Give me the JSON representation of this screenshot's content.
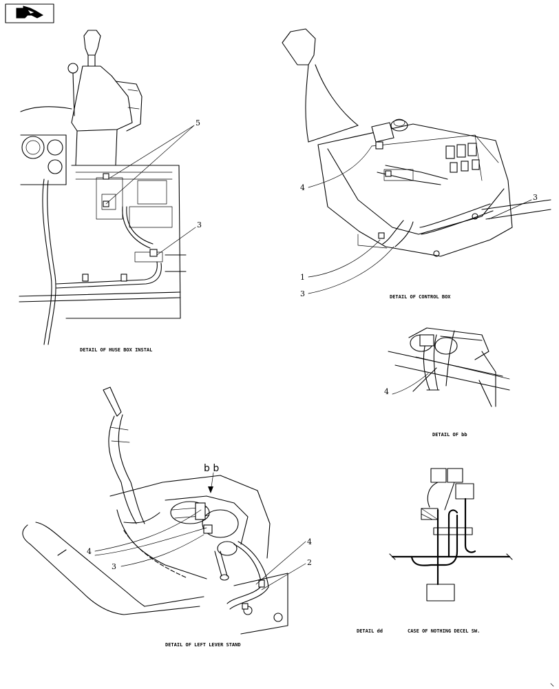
{
  "captions": {
    "fuse_box": "DETAIL OF HUSE BOX INSTAL",
    "control_box": "DETAIL OF CONTROL BOX",
    "detail_bb": "DETAIL OF bb",
    "left_lever": "DETAIL OF LEFT LEVER STAND",
    "detail_dd": "DETAIL dd",
    "no_decel": "CASE OF NOTHING DECEL SW."
  },
  "callouts": {
    "fuse_5": "5",
    "fuse_3": "3",
    "ctrl_4": "4",
    "ctrl_3_right": "3",
    "ctrl_1": "1",
    "ctrl_3_bottom": "3",
    "bb_4": "4",
    "lever_bb": "b b",
    "lever_4_left": "4",
    "lever_3": "3",
    "lever_4_right": "4",
    "lever_2": "2"
  },
  "icons": {
    "nav": "return-arrow-icon"
  }
}
